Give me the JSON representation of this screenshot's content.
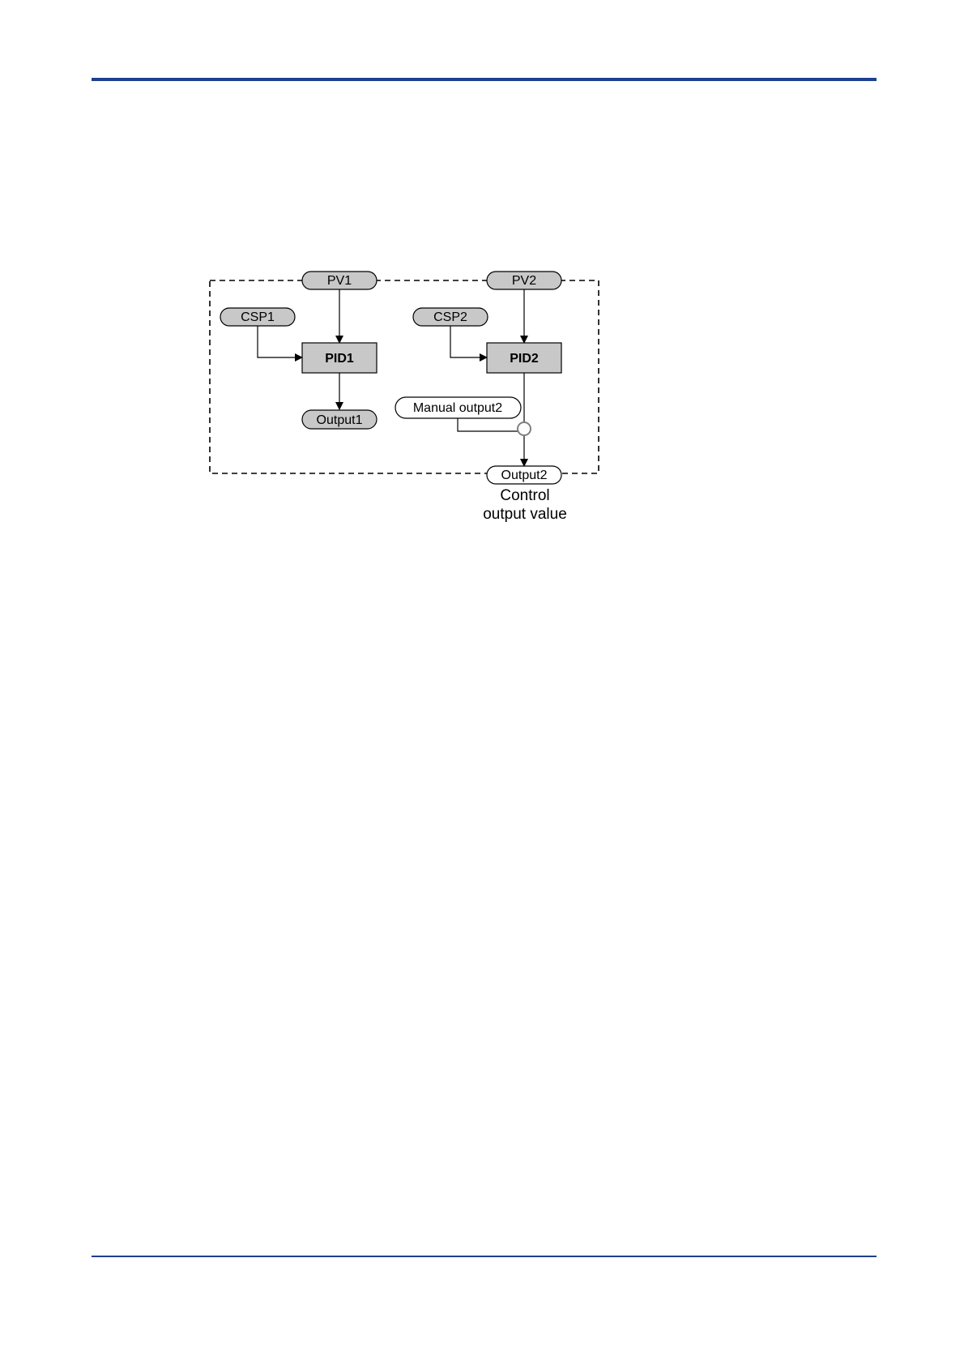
{
  "header": {
    "rule_color": "#1f3f8f"
  },
  "diagram": {
    "pv1": "PV1",
    "pv2": "PV2",
    "csp1": "CSP1",
    "csp2": "CSP2",
    "pid1": "PID1",
    "pid2": "PID2",
    "output1": "Output1",
    "output2": "Output2",
    "manual_output2": "Manual output2",
    "caption_line1": "Control",
    "caption_line2": "output value",
    "colors": {
      "node_fill": "#c8c8c8",
      "line": "#000000",
      "switch_circle": "#808080"
    }
  },
  "footer": {
    "rule_color": "#1f3f8f"
  }
}
